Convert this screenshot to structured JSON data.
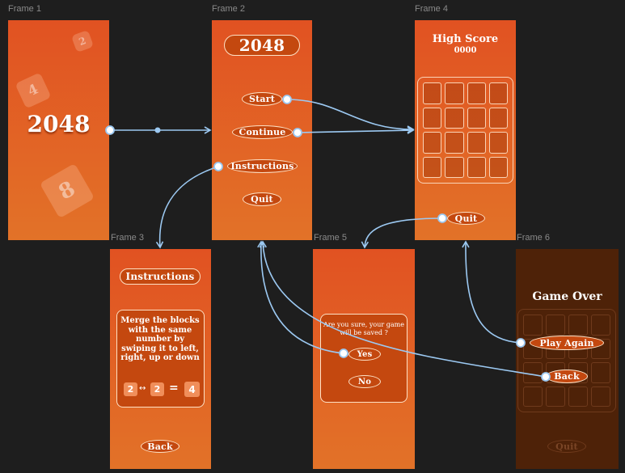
{
  "frames": {
    "f1": {
      "label": "Frame 1",
      "title": "2048",
      "deco": [
        "2",
        "4",
        "8"
      ]
    },
    "f2": {
      "label": "Frame 2",
      "title": "2048",
      "buttons": [
        "Start",
        "Continue",
        "Instructions",
        "Quit"
      ]
    },
    "f3": {
      "label": "Frame 3",
      "title": "Instructions",
      "text": "Merge the blocks with the same number by swiping it to left, right, up or down",
      "eq": {
        "a": "2",
        "b": "2",
        "sign": "=",
        "result": "4"
      },
      "back": "Back"
    },
    "f4": {
      "label": "Frame 4",
      "score_label": "High Score",
      "score": "0000",
      "quit": "Quit"
    },
    "f5": {
      "label": "Frame 5",
      "question": "Are you sure, your game will be saved ?",
      "yes": "Yes",
      "no": "No"
    },
    "f6": {
      "label": "Frame 6",
      "title": "Game Over",
      "play_again": "Play Again",
      "back": "Back",
      "quit": "Quit"
    }
  },
  "colors": {
    "canvas": "#1e1e1e",
    "frame_top": "#e15222",
    "frame_bottom": "#e27228",
    "button": "#c4480f",
    "connector": "#9cc9f2",
    "frame6": "#4e2208"
  }
}
